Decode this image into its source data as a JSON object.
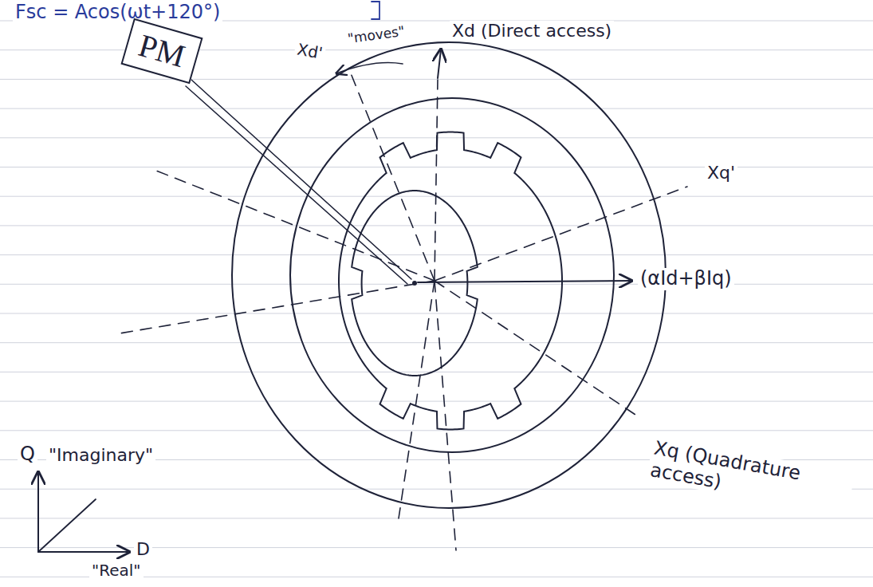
{
  "diagram": {
    "nodes": [
      {
        "text": [
          "PM"
        ]
      }
    ],
    "labels": [
      "Fsc = Acos(ωt+120°)",
      "\"moves\"",
      "Xd'",
      "Xd (Direct access)",
      "Xq'",
      "(αId+βIq)",
      "Xq (Quadrature access)",
      "Q",
      "\"Imaginary\"",
      "D",
      "\"Real\""
    ]
  }
}
